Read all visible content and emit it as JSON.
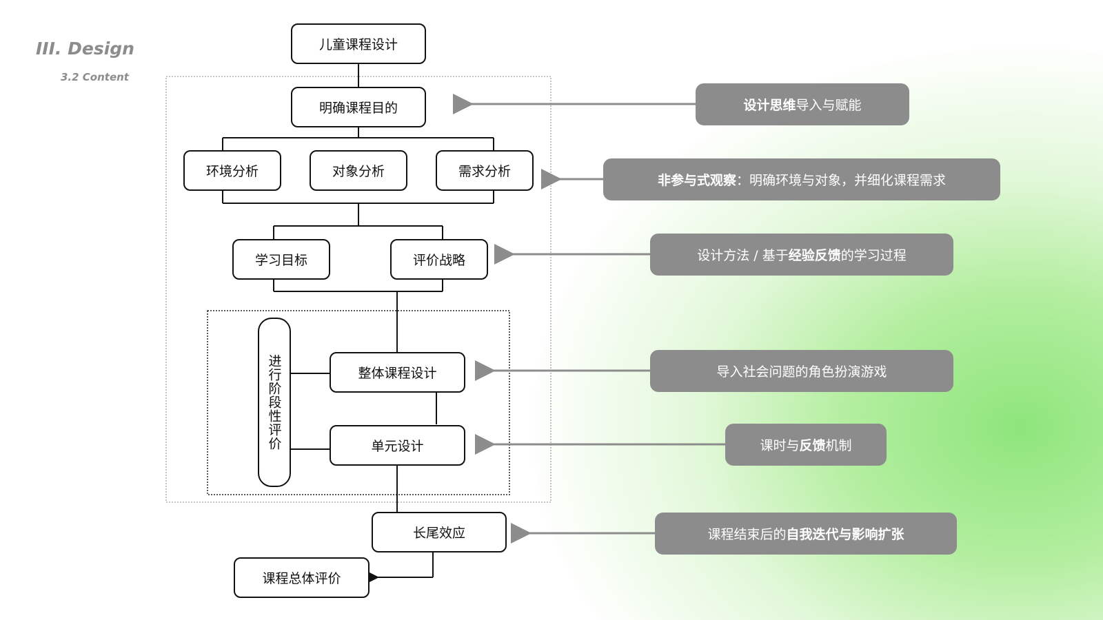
{
  "header": {
    "section": "III.  Design",
    "subsection": "3.2 Content"
  },
  "flow": {
    "root": "儿童课程设计",
    "purpose": "明确课程目的",
    "env": "环境分析",
    "obj": "对象分析",
    "need": "需求分析",
    "goal": "学习目标",
    "strategy": "评价战略",
    "whole": "整体课程设计",
    "unit": "单元设计",
    "stage_eval": "进行阶段性评价",
    "longtail": "长尾效应",
    "overall": "课程总体评价"
  },
  "notes": {
    "n1": {
      "bold": "设计思维",
      "text": "导入与赋能"
    },
    "n2": {
      "bold": "非参与式观察",
      "text": "：明确环境与对象，并细化课程需求"
    },
    "n3": {
      "text": "设计方法 / 基于",
      "bold": "经验反馈",
      "text2": "的学习过程"
    },
    "n4": {
      "text": "导入社会问题的角色扮演游戏"
    },
    "n5": {
      "text": "课时与",
      "bold": "反馈",
      "text2": "机制"
    },
    "n6": {
      "text": "课程结束后的",
      "bold": "自我迭代与影响扩张"
    }
  },
  "colors": {
    "pill": "#8c8c8c",
    "arrow": "#8c8c8c",
    "line": "#111111",
    "green": "#8ee57c"
  }
}
